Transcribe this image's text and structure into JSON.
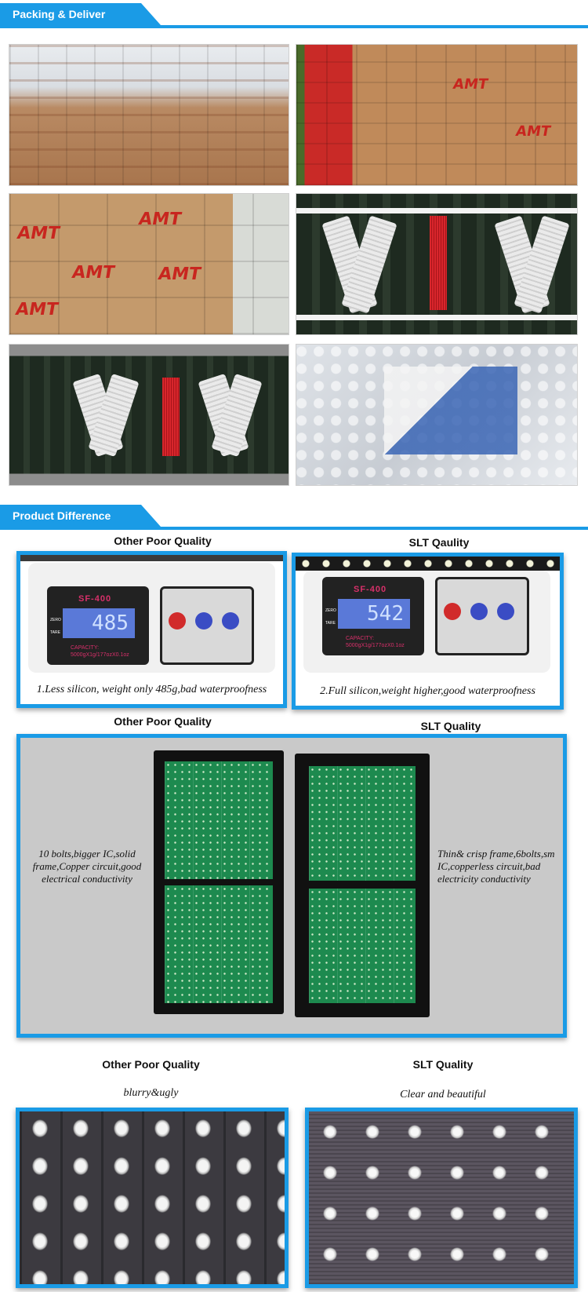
{
  "sections": {
    "packing": {
      "title": "Packing & Deliver"
    },
    "difference": {
      "title": "Product Difference"
    }
  },
  "photos": {
    "brand_text": "AMT"
  },
  "weight_compare": {
    "left": {
      "title": "Other Poor Quality",
      "model": "SF-400",
      "reading": "485",
      "capacity_label": "CAPACITY:",
      "capacity_value": "5000gX1g/177ozX0.1oz",
      "zero_label": "ZERO",
      "tare_label": "TARE",
      "caption": "1.Less silicon, weight only 485g,bad waterproofness"
    },
    "right": {
      "title": "SLT Qaulity",
      "model": "SF-400",
      "reading": "542",
      "capacity_label": "CAPACITY:",
      "capacity_value": "5000gX1g/177ozX0.1oz",
      "zero_label": "ZERO",
      "tare_label": "TARE",
      "caption": "2.Full silicon,weight higher,good waterproofness"
    }
  },
  "board_compare": {
    "left_title": "Other Poor Quality",
    "right_title": "SLT Quality",
    "left_text": "10 bolts,bigger IC,solid frame,Copper circuit,good electrical conductivity",
    "right_text": "Thin& crisp frame,6bolts,sm IC,copperless circuit,bad electricity conductivity"
  },
  "led_compare": {
    "left_title": "Other Poor Quality",
    "left_sub": "blurry&ugly",
    "right_title": "SLT Quality",
    "right_sub": "Clear and beautiful"
  },
  "colors": {
    "accent_blue": "#1a9be6",
    "brand_red": "#c8261f"
  }
}
